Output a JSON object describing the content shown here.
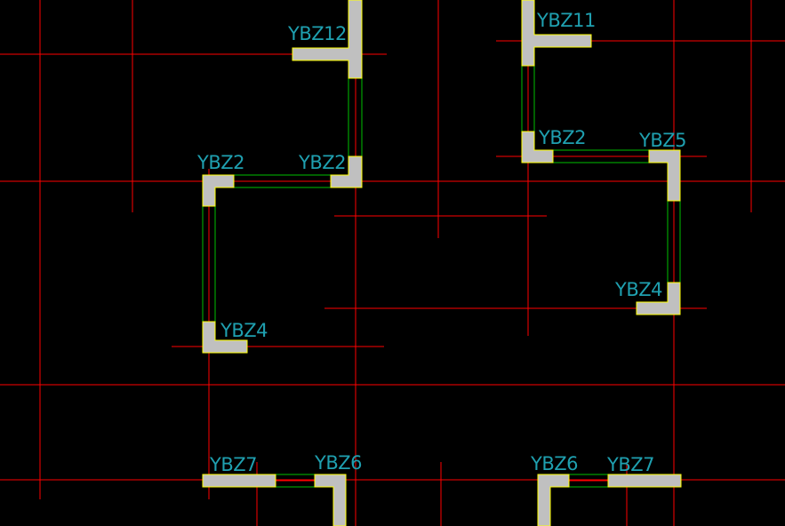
{
  "colors": {
    "background": "#000000",
    "axis_line": "#ff0000",
    "wall_line": "#00c000",
    "column_fill": "#c0c0c0",
    "column_outline": "#ffff00",
    "label_text": "#1fa0b0"
  },
  "labels": {
    "ybz12": "YBZ12",
    "ybz11": "YBZ11",
    "ybz2_left_a": "YBZ2",
    "ybz2_left_b": "YBZ2",
    "ybz2_right": "YBZ2",
    "ybz5": "YBZ5",
    "ybz4_right": "YBZ4",
    "ybz4_left": "YBZ4",
    "ybz7_left": "YBZ7",
    "ybz6_left": "YBZ6",
    "ybz6_right": "YBZ6",
    "ybz7_right": "YBZ7"
  }
}
